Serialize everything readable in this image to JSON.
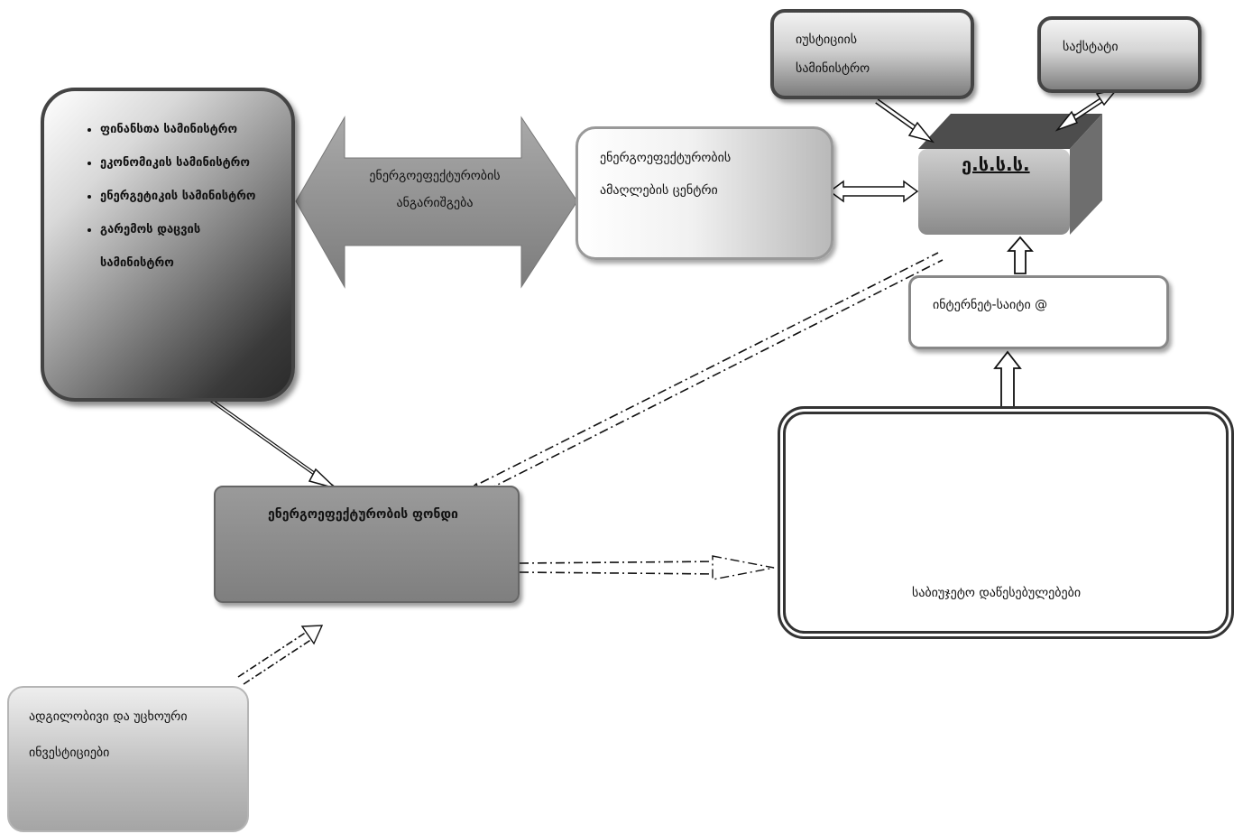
{
  "ministries": {
    "items": [
      "ფინანსთა სამინისტრო",
      "ეკონომიკის სამინისტრო",
      "ენერგეტიკის სამინისტრო",
      "გარემოს დაცვის"
    ],
    "item4_cont": "სამინისტრო"
  },
  "arrow_label": {
    "line1": "ენერგოეფექტურობის",
    "line2": "ანგარიშგება"
  },
  "center": {
    "line1": "ენერგოეფექტურობის",
    "line2": "ამაღლების ცენტრი"
  },
  "justice": {
    "line1": "იუსტიციის",
    "line2": "სამინისტრო"
  },
  "stats": {
    "label": "საქსტატი"
  },
  "esks": {
    "label": "ე.ს.ს.ს."
  },
  "website": {
    "label": "ინტერნეტ-საიტი @"
  },
  "fund": {
    "label": "ენერგოეფექტურობის ფონდი"
  },
  "enterprises": {
    "label": "საბიუჯეტო დაწესებულებები"
  },
  "investments": {
    "line1": "ადგილობივი და უცხოური",
    "line2": "ინვესტიციები"
  },
  "icons": [
    "factory-icon",
    "factory-icon",
    "factory-icon"
  ],
  "colors": {
    "dark": "#3a3a3a",
    "mid": "#8a8a8a",
    "light": "#d9d9d9"
  }
}
